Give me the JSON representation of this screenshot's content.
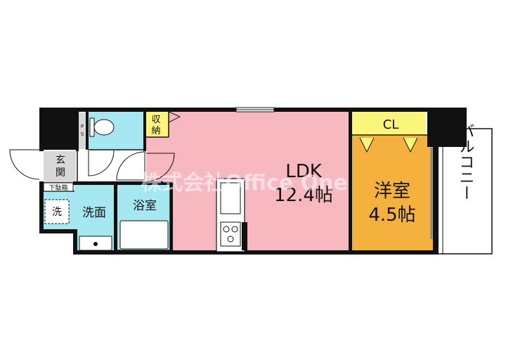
{
  "rooms": {
    "ldk": {
      "name": "LDK",
      "size": "12.4帖"
    },
    "yoshitsu": {
      "name": "洋室",
      "size": "4.5帖"
    },
    "closet": "CL",
    "balcony": "バルコニー",
    "storage_top": "収",
    "storage_bottom": "納",
    "ps_top": "P",
    "ps_bottom": "S",
    "genkan_top": "玄",
    "genkan_bottom": "関",
    "shoe_box": "下駄箱",
    "washer": "洗",
    "washroom": "洗面",
    "bathroom": "浴室"
  },
  "watermark": "株式会社Office One",
  "colors": {
    "ldk": "#f7b8c0",
    "yoshitsu": "#f5b13d",
    "closet": "#fbf57a",
    "storage": "#fbf57a",
    "wet": "#a6e8f2",
    "entrance": "#d8d8d8",
    "wall": "#111111"
  }
}
